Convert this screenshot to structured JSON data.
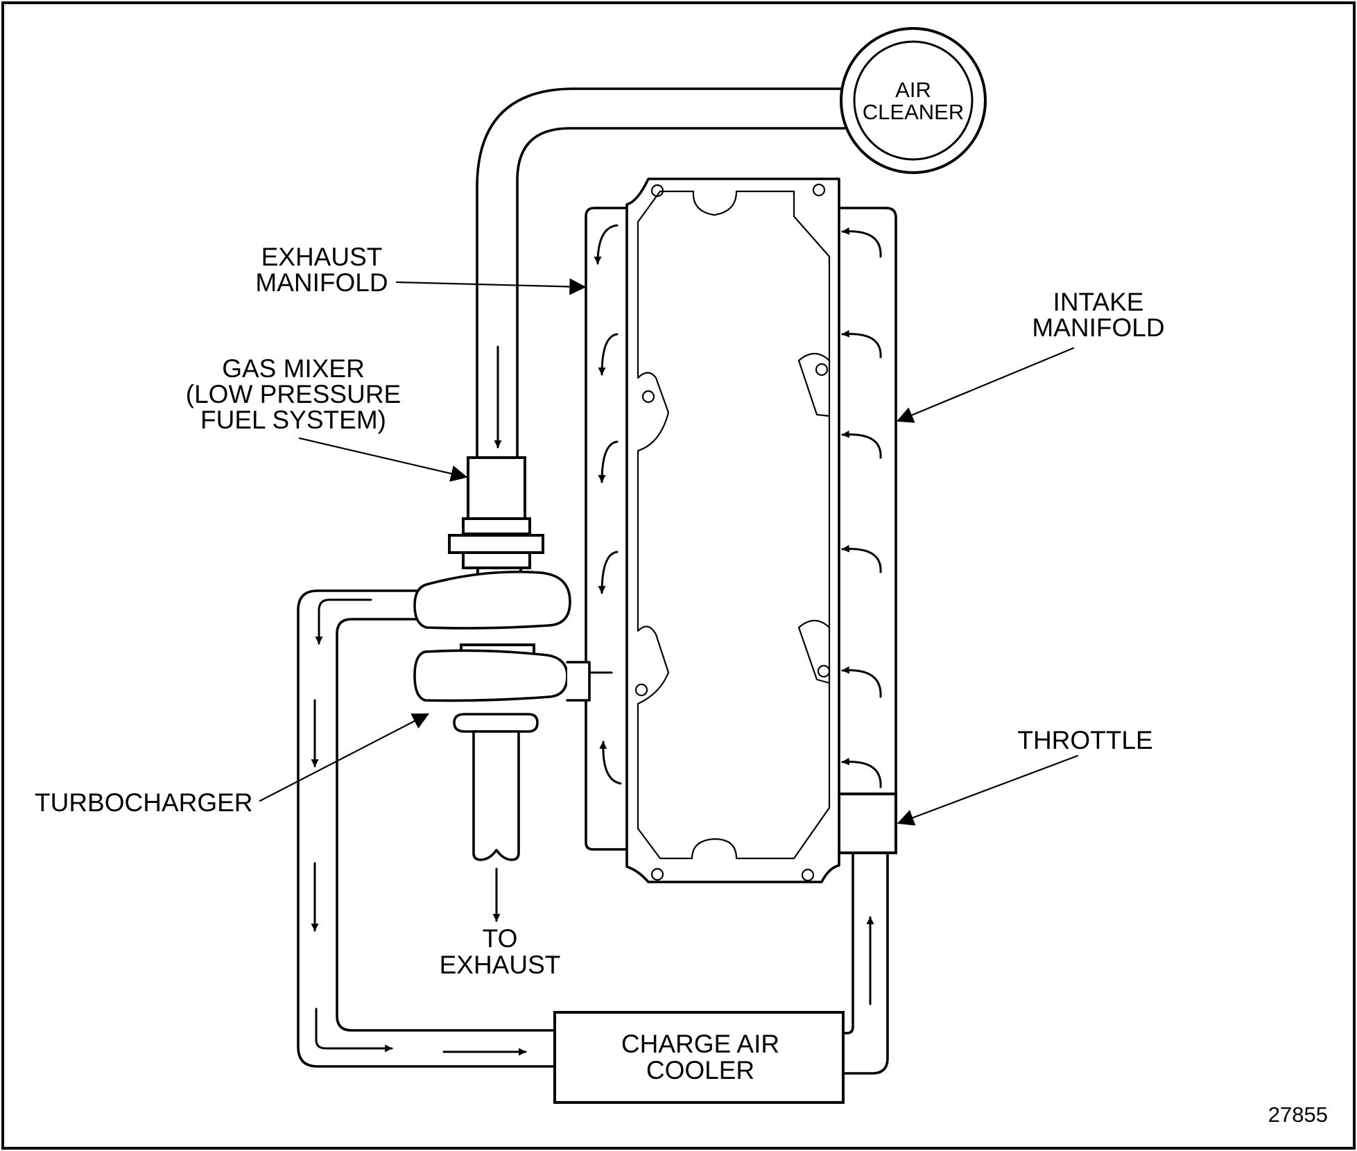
{
  "labels": {
    "air_cleaner": [
      "AIR",
      "CLEANER"
    ],
    "exhaust_manifold": [
      "EXHAUST",
      "MANIFOLD"
    ],
    "gas_mixer": [
      "GAS MIXER",
      "(LOW PRESSURE",
      "FUEL SYSTEM)"
    ],
    "intake_manifold": [
      "INTAKE",
      "MANIFOLD"
    ],
    "turbocharger": "TURBOCHARGER",
    "throttle": "THROTTLE",
    "to_exhaust": [
      "TO",
      "EXHAUST"
    ],
    "charge_air_cooler": [
      "CHARGE AIR",
      "COOLER"
    ]
  },
  "figure_number": "27855"
}
